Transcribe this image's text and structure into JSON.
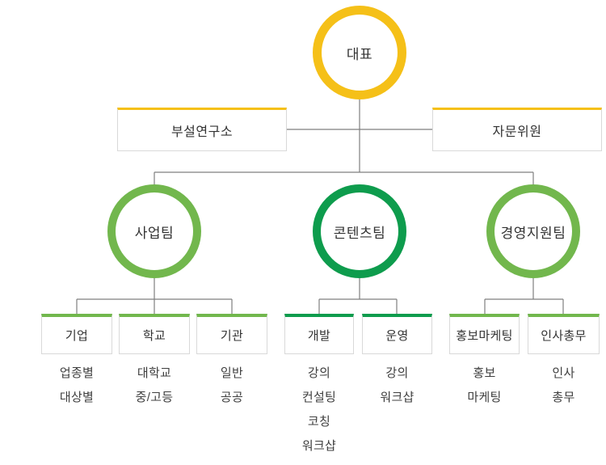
{
  "colors": {
    "yellow": "#F5C018",
    "light_green": "#72B74D",
    "dark_green": "#0E9C4D",
    "line": "#7F7F7F",
    "box_border": "#D9D9D9",
    "text": "#333333"
  },
  "org": {
    "root": {
      "label": "대표"
    },
    "staff": [
      {
        "label": "부설연구소"
      },
      {
        "label": "자문위원"
      }
    ],
    "teams": [
      {
        "label": "사업팀",
        "accent": "light_green",
        "children": [
          {
            "label": "기업",
            "items": [
              "업종별",
              "대상별"
            ]
          },
          {
            "label": "학교",
            "items": [
              "대학교",
              "중/고등"
            ]
          },
          {
            "label": "기관",
            "items": [
              "일반",
              "공공"
            ]
          }
        ]
      },
      {
        "label": "콘텐츠팀",
        "accent": "dark_green",
        "children": [
          {
            "label": "개발",
            "items": [
              "강의",
              "컨설팅",
              "코칭",
              "워크샵"
            ]
          },
          {
            "label": "운영",
            "items": [
              "강의",
              "워크샵"
            ]
          }
        ]
      },
      {
        "label": "경영지원팀",
        "accent": "light_green",
        "children": [
          {
            "label": "홍보마케팅",
            "items": [
              "홍보",
              "마케팅"
            ]
          },
          {
            "label": "인사총무",
            "items": [
              "인사",
              "총무"
            ]
          }
        ]
      }
    ]
  }
}
